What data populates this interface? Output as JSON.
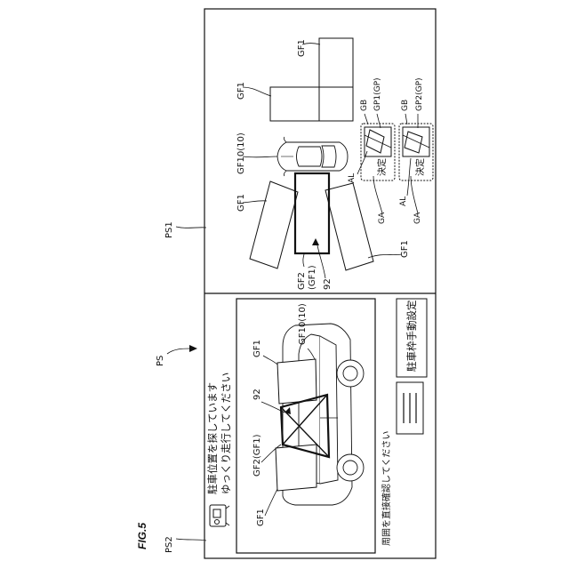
{
  "figure_label": "FIG.5",
  "labels": {
    "ps": "PS",
    "ps1": "PS1",
    "ps2": "PS2",
    "gf1": "GF1",
    "gf10": "GF10(10)",
    "gf2": "GF2(GF1)",
    "gf2_line1": "GF2",
    "gf2_line2": "(GF1)",
    "num92": "92",
    "gb": "GB",
    "gp1": "GP1(GP)",
    "gp2": "GP2(GP)",
    "al": "AL",
    "ga": "GA"
  },
  "ps1": {
    "decide_button": "決定"
  },
  "ps2": {
    "message_line1": "駐車位置を探しています",
    "message_line2": "ゆっくり走行してください",
    "caution_text": "周囲を直接確認してください",
    "manual_button": "駐車枠手動設定"
  }
}
